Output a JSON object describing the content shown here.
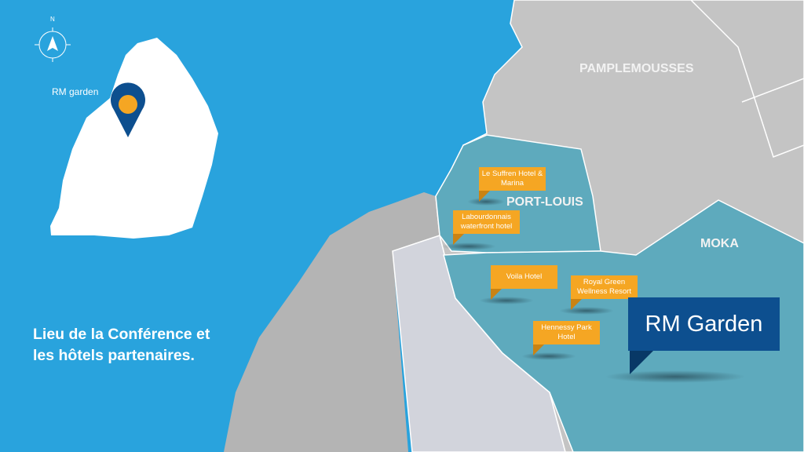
{
  "inset": {
    "pin_label": "RM garden",
    "compass_label": "N"
  },
  "regions": {
    "north": "PAMPLEMOUSSES",
    "port_louis": "PORT-LOUIS",
    "moka": "MOKA"
  },
  "hotels": [
    {
      "name": "Le Suffren Hotel & Marina"
    },
    {
      "name": "Labourdonnais waterfront hotel"
    },
    {
      "name": "Voila Hotel"
    },
    {
      "name": "Royal Green Wellness Resort"
    },
    {
      "name": "Hennessy Park Hotel"
    }
  ],
  "venue": {
    "name": "RM Garden"
  },
  "caption": {
    "line1": "Lieu de la Conférence et",
    "line2": "les hôtels partenaires."
  },
  "colors": {
    "sea": "#29a3dd",
    "land": "#c4c4c4",
    "district": "#5eaabd",
    "callout": "#f5a623",
    "venue": "#0d4f8f"
  }
}
